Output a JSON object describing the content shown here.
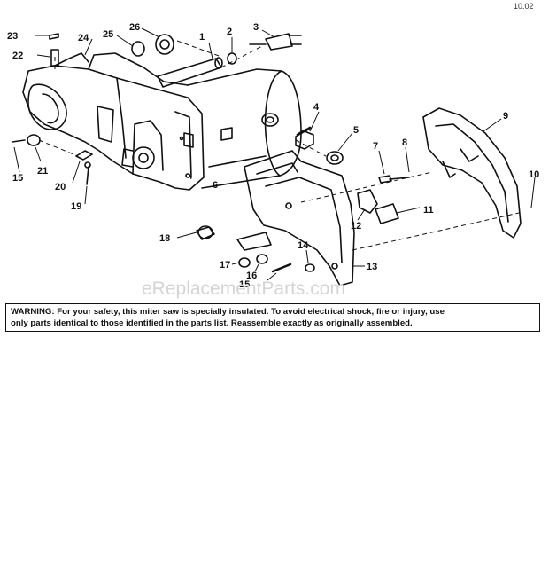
{
  "diagram": {
    "callouts": [
      "1",
      "2",
      "3",
      "4",
      "5",
      "6",
      "7",
      "8",
      "9",
      "10",
      "11",
      "12",
      "13",
      "14",
      "15",
      "15",
      "16",
      "17",
      "18",
      "19",
      "20",
      "21",
      "22",
      "23",
      "24",
      "25",
      "26"
    ],
    "watermark": "eReplacementParts.com",
    "corner_text": "10.02"
  },
  "warning": {
    "label": "WARNING:",
    "line1": "For your safety, this miter saw is specially insulated. To avoid electrical shock, fire or injury, use",
    "line2": "only parts identical to those identified in the parts list. Reassemble exactly as originally assembled."
  }
}
